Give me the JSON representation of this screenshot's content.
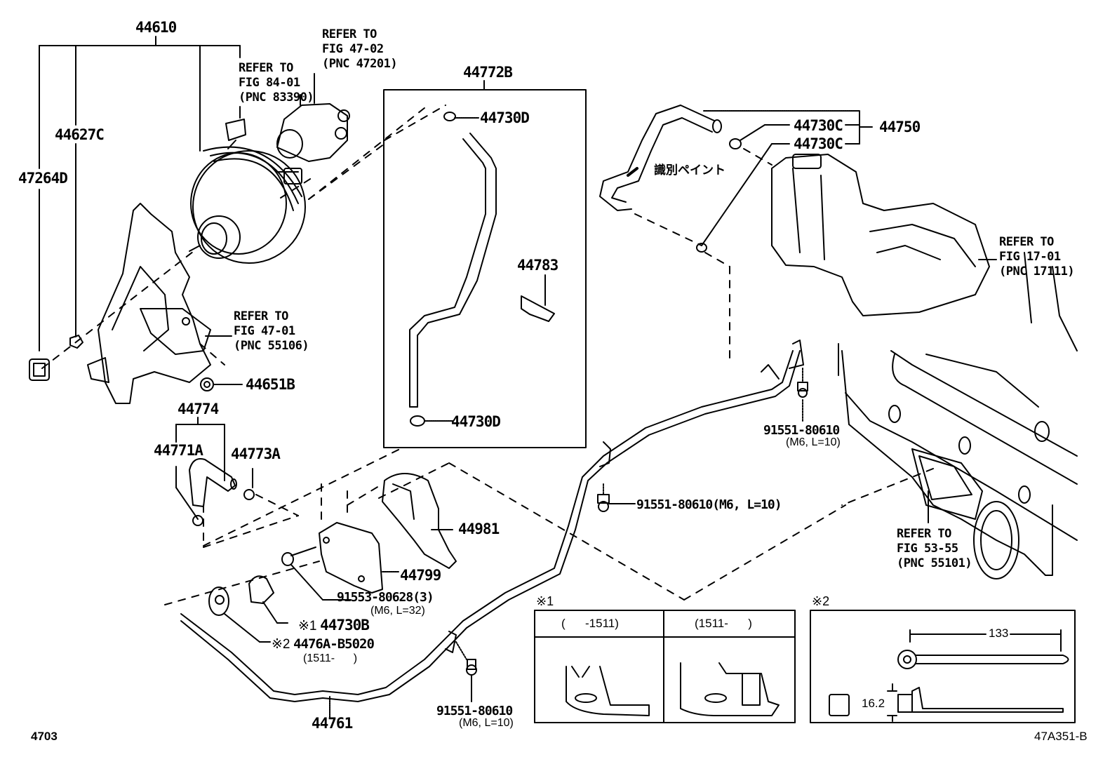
{
  "diagram": {
    "figure_code": "4703",
    "illustration_id": "47A351-B",
    "part_labels": {
      "p44610": "44610",
      "p44627C": "44627C",
      "p47264D": "47264D",
      "p44651B": "44651B",
      "p44772B": "44772B",
      "p44730D_top": "44730D",
      "p44730D_bottom": "44730D",
      "p44783": "44783",
      "p44730C_1": "44730C",
      "p44730C_2": "44730C",
      "p44750": "44750",
      "p44774": "44774",
      "p44771A": "44771A",
      "p44773A": "44773A",
      "p44981": "44981",
      "p44799": "44799",
      "p91553": "91553-80628(3)",
      "p91553_spec": "(M6, L=32)",
      "p44730B_mark": "※1",
      "p44730B": "44730B",
      "p4476A_mark": "※2",
      "p4476A": "4476A-B5020",
      "p4476A_range": "(1511-      )",
      "p44761": "44761",
      "p91551_mid": "91551-80610(M6, L=10)",
      "p91551_right": "91551-80610",
      "p91551_right_spec": "(M6, L=10)",
      "p91551_bottom": "91551-80610",
      "p91551_bottom_spec": "(M6, L=10)"
    },
    "references": {
      "ref_84_01": "REFER TO\nFIG 84-01\n(PNC 83390)",
      "ref_47_02": "REFER TO\nFIG 47-02\n(PNC 47201)",
      "ref_47_01": "REFER TO\nFIG 47-01\n(PNC 55106)",
      "ref_17_01": "REFER TO\nFIG 17-01\n(PNC 17111)",
      "ref_53_55": "REFER TO\nFIG 53-55\n(PNC 55101)"
    },
    "annotation_jp": "識別ペイント",
    "detail_1": {
      "mark": "※1",
      "col_before": "(      -1511)",
      "col_after": "(1511-      )"
    },
    "detail_2": {
      "mark": "※2",
      "length_dim": "133",
      "height_dim": "16.2"
    }
  }
}
